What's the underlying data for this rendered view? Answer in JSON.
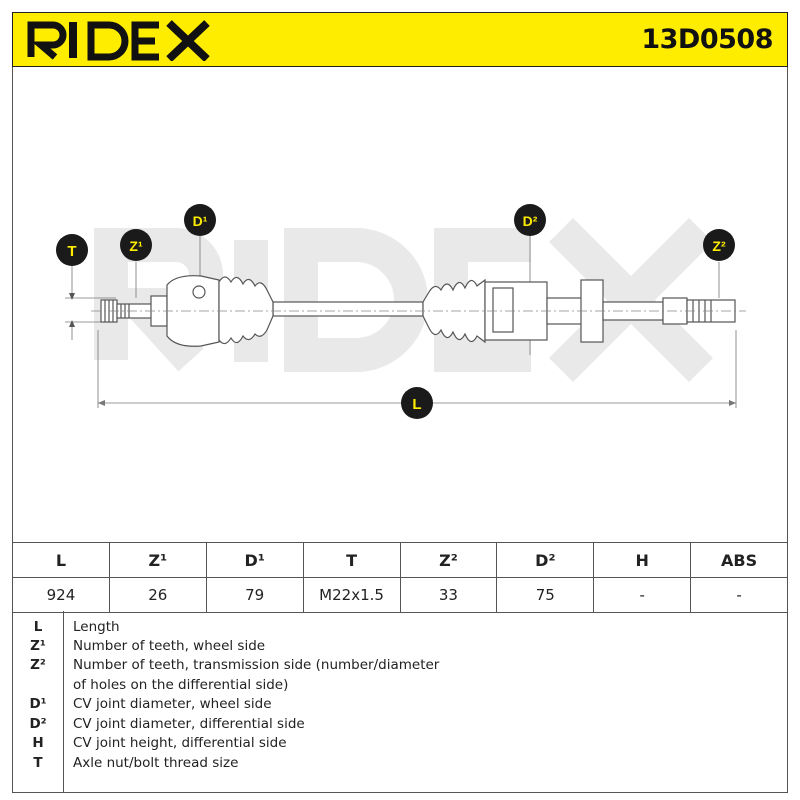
{
  "brand": "RIDEX",
  "part_number": "13D0508",
  "diagram_labels": {
    "T": "T",
    "Z1": "Z¹",
    "D1": "D¹",
    "D2": "D²",
    "Z2": "Z²",
    "L": "L"
  },
  "table": {
    "headers": [
      "L",
      "Z¹",
      "D¹",
      "T",
      "Z²",
      "D²",
      "H",
      "ABS"
    ],
    "values": [
      "924",
      "26",
      "79",
      "M22x1.5",
      "33",
      "75",
      "-",
      "-"
    ]
  },
  "legend": [
    {
      "key": "L",
      "desc": "Length"
    },
    {
      "key": "Z¹",
      "desc": "Number of teeth, wheel side"
    },
    {
      "key": "Z²",
      "desc": "Number of teeth, transmission side (number/diameter"
    },
    {
      "key": "",
      "desc": "of holes on the differential side)"
    },
    {
      "key": "D¹",
      "desc": "CV joint diameter, wheel side"
    },
    {
      "key": "D²",
      "desc": "CV joint diameter, differential side"
    },
    {
      "key": "H",
      "desc": "CV joint height, differential side"
    },
    {
      "key": "T",
      "desc": "Axle nut/bolt thread size"
    }
  ],
  "colors": {
    "header_bg": "#ffed00",
    "badge_bg": "#1a1a1a",
    "badge_text": "#ffed00",
    "watermark": "#e8e8e8"
  }
}
